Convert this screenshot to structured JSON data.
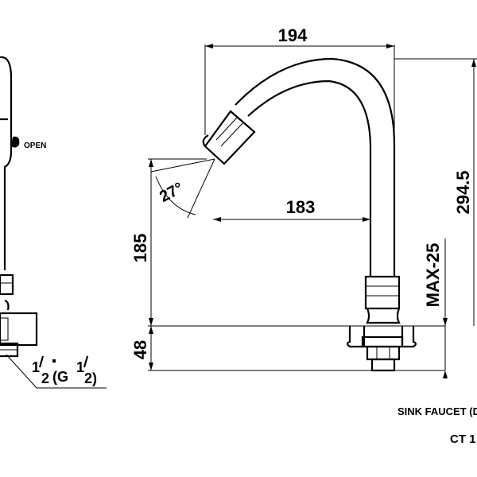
{
  "dimensions": {
    "width_top": "194",
    "reach": "183",
    "total_height": "294.5",
    "spout_height": "185",
    "base_height": "48",
    "max_thickness": "MAX-25",
    "angle": "27°"
  },
  "side_view": {
    "open_label": "OPEN",
    "thread_whole": "1",
    "thread_fraction_den": "2",
    "thread_mid": "(G",
    "thread_tail": "2)"
  },
  "caption": {
    "product": "SINK FAUCET (D",
    "code": "CT 1"
  }
}
